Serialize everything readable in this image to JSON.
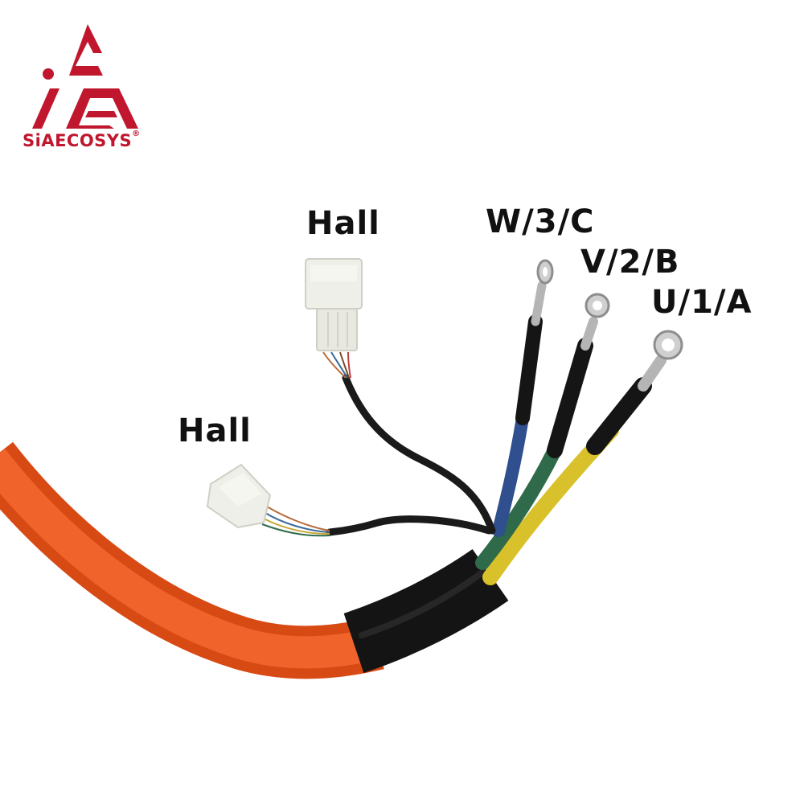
{
  "logo": {
    "brand_name": "SiAECOSYS",
    "registered_mark": "®",
    "brand_color": "#c0172e"
  },
  "labels": {
    "hall_top": "Hall",
    "hall_left": "Hall",
    "phase_w": "W/3/C",
    "phase_v": "V/2/B",
    "phase_u": "U/1/A"
  },
  "colors": {
    "main_cable": "#e8521c",
    "heat_shrink": "#141414",
    "wire_w": "#2f4f8f",
    "wire_v": "#2f6a4a",
    "wire_u": "#d8c12a",
    "connector": "#efefe9"
  }
}
